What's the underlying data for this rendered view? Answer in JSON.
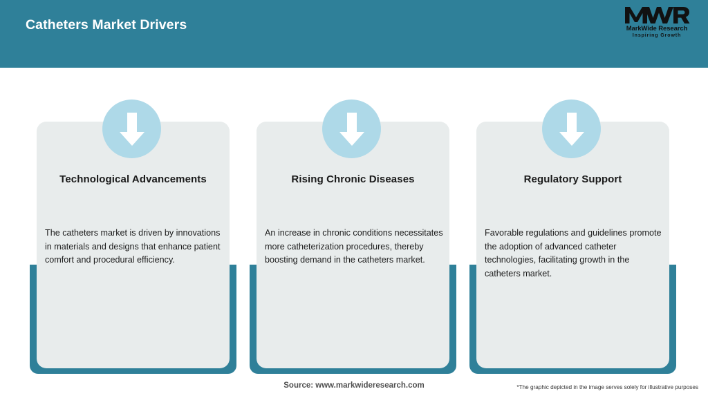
{
  "header": {
    "title": "Catheters Market Drivers",
    "background_color": "#2f8099",
    "title_color": "#ffffff"
  },
  "logo": {
    "mark": "MWR",
    "name": "MarkWide Research",
    "tagline": "Inspiring Growth"
  },
  "theme": {
    "teal": "#2f8099",
    "panel_gray": "#e8ecec",
    "badge_blue": "#aed9e8",
    "arrow_white": "#ffffff"
  },
  "cards": [
    {
      "icon": "down-arrow-icon",
      "title": "Technological Advancements",
      "body": "The catheters market is driven by innovations in materials and designs that enhance patient comfort and procedural efficiency."
    },
    {
      "icon": "down-arrow-icon",
      "title": "Rising Chronic Diseases",
      "body": "An increase in chronic conditions necessitates more catheterization procedures, thereby boosting demand in the catheters market."
    },
    {
      "icon": "down-arrow-icon",
      "title": "Regulatory Support",
      "body": "Favorable regulations and guidelines promote the adoption of advanced catheter technologies, facilitating growth in the catheters market."
    }
  ],
  "footer": {
    "source": "Source: www.markwideresearch.com",
    "disclaimer": "*The graphic depicted in the image serves solely for illustrative purposes"
  }
}
